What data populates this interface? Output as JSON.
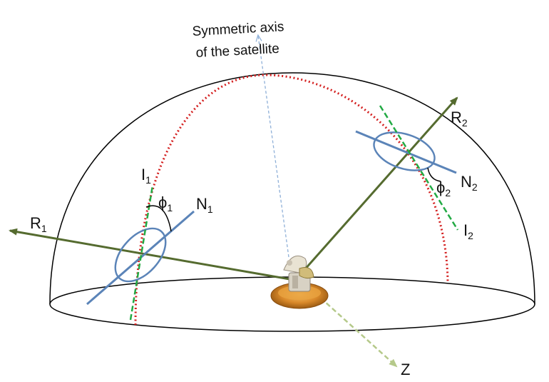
{
  "labels": {
    "axis_line1": "Symmetric axis",
    "axis_line2": "of the satellite",
    "R1": "R",
    "R1_sub": "1",
    "R2": "R",
    "R2_sub": "2",
    "I1": "I",
    "I1_sub": "1",
    "I2": "I",
    "I2_sub": "2",
    "N1": "N",
    "N1_sub": "1",
    "N2": "N",
    "N2_sub": "2",
    "phi1": "ϕ",
    "phi1_sub": "1",
    "phi2": "ϕ",
    "phi2_sub": "2",
    "Z": "Z"
  },
  "colors": {
    "dome": "#000000",
    "meridian": "#d42020",
    "ray": "#556b2f",
    "normal": "#5b84b8",
    "incidence": "#22aa44",
    "z_axis": "#b5c98a",
    "sym_axis": "#8fb0d8",
    "satellite": "#d9892a"
  }
}
